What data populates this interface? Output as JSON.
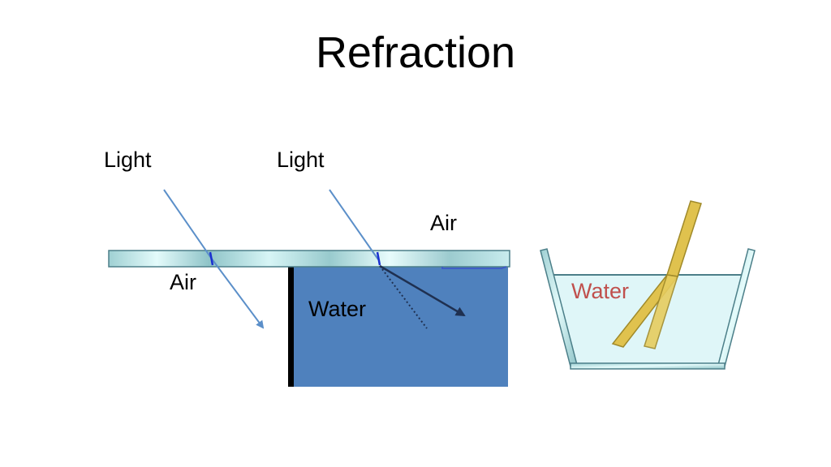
{
  "slide": {
    "title": "Refraction"
  },
  "labels": {
    "light_left": "Light",
    "light_right": "Light",
    "air_top": "Air",
    "air_bottom": "Air",
    "water_tank": "Water",
    "water_bowl": "Water"
  },
  "colors": {
    "water_tank_fill": "#4f81bd",
    "bowl_water_fill": "#dff6f8",
    "glass_fill": "#a6d3d6",
    "glass_stroke": "#4c7f89",
    "light_ray": "#5b8fc9",
    "refracted_ray": "#1f3050",
    "stick_fill": "#e0c24e",
    "stick_stroke": "#a08a2a",
    "water_label_bowl": "#c0504d",
    "divider": "#000000",
    "surface_mark": "#1a2fd0"
  }
}
